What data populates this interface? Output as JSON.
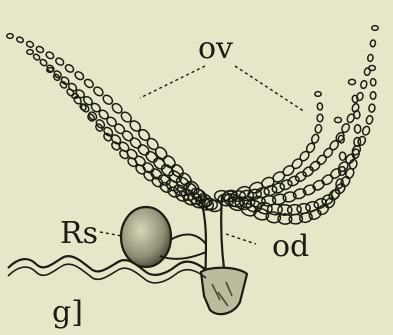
{
  "figure": {
    "labels": {
      "ovarioles": "ov",
      "receptaculum": "Rs",
      "oviduct": "od",
      "gland": "g]"
    }
  },
  "colors": {
    "background": "#e6e6c9",
    "ink": "#1c1c14",
    "shading": "#9a9a7e"
  }
}
